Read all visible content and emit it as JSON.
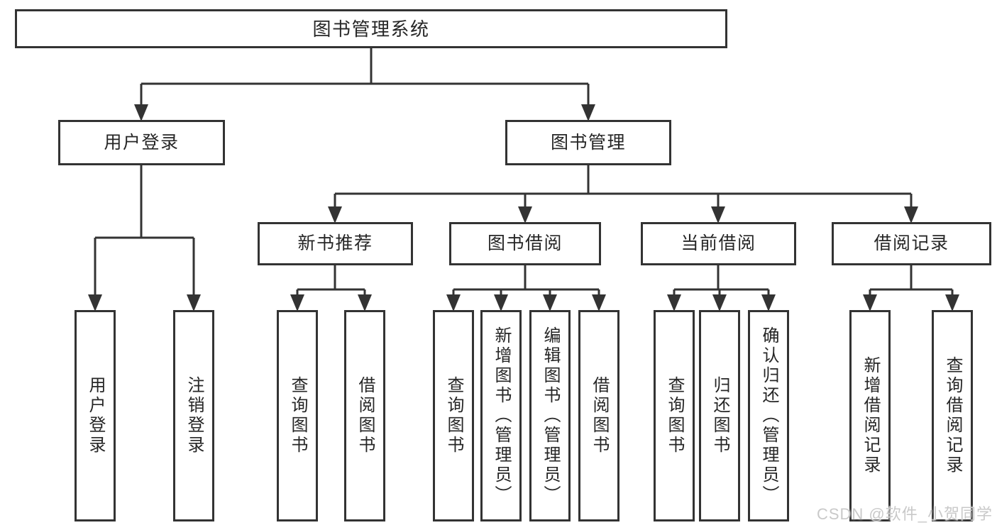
{
  "colors": {
    "line": "#333333",
    "box_border": "#333333",
    "text": "#262626",
    "background": "#ffffff",
    "watermark": "#c9c9c9"
  },
  "watermark": "CSDN @软件_小贺同学",
  "nodes": {
    "root": {
      "label": "图书管理系统"
    },
    "user_login": {
      "label": "用户登录"
    },
    "book_mgmt": {
      "label": "图书管理"
    },
    "new_book_rec": {
      "label": "新书推荐"
    },
    "book_borrow": {
      "label": "图书借阅"
    },
    "current_borrow": {
      "label": "当前借阅"
    },
    "borrow_records": {
      "label": "借阅记录"
    },
    "leaf_user_login": {
      "label": "用户登录"
    },
    "leaf_logout": {
      "label": "注销登录"
    },
    "leaf_query_book_rec": {
      "label": "查询图书"
    },
    "leaf_borrow_book_rec": {
      "label": "借阅图书"
    },
    "leaf_query_book_borrow": {
      "label": "查询图书"
    },
    "leaf_add_book_admin": {
      "label": "新增图书（管理员）"
    },
    "leaf_edit_book_admin": {
      "label": "编辑图书（管理员）"
    },
    "leaf_borrow_book_borrow": {
      "label": "借阅图书"
    },
    "leaf_query_book_current": {
      "label": "查询图书"
    },
    "leaf_return_book": {
      "label": "归还图书"
    },
    "leaf_confirm_return_admin": {
      "label": "确认归还（管理员）"
    },
    "leaf_add_borrow_record": {
      "label": "新增借阅记录"
    },
    "leaf_query_borrow_record": {
      "label": "查询借阅记录"
    }
  }
}
